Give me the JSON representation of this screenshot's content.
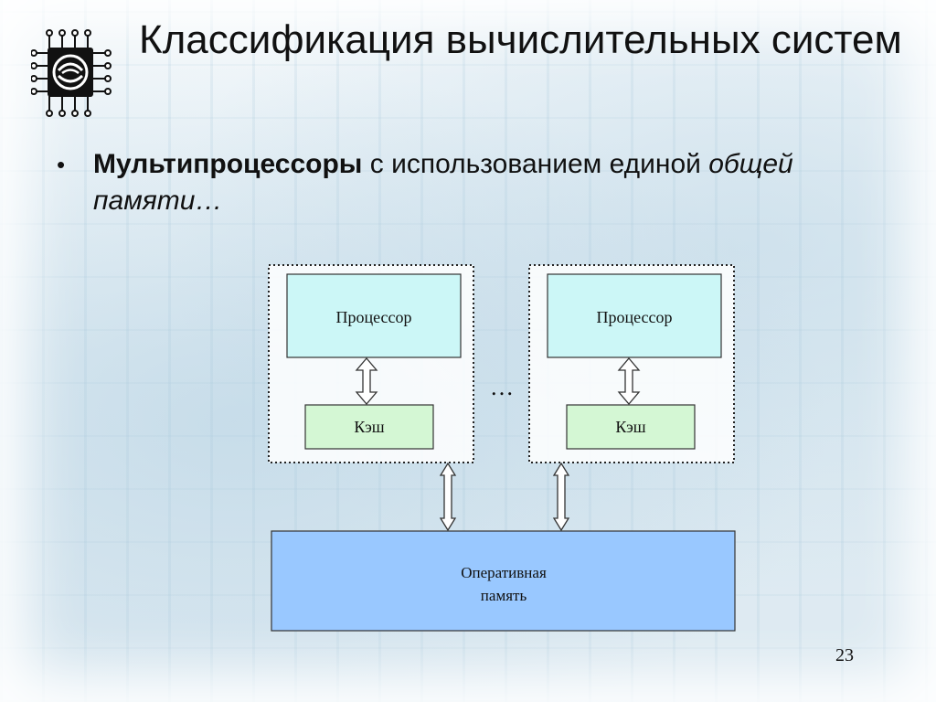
{
  "slide": {
    "title": "Классификация вычислительных систем",
    "page_number": "23"
  },
  "bullet": {
    "bold": "Мультипроцессоры",
    "normal": " с использованием единой ",
    "italic": "общей памяти…"
  },
  "diagram": {
    "nodes": {
      "processor_1": "Процессор",
      "cache_1": "Кэш",
      "processor_2": "Процессор",
      "cache_2": "Кэш",
      "ellipsis": "…",
      "memory_line1": "Оперативная",
      "memory_line2": "память"
    },
    "colors": {
      "processor_fill": "#ccf7f7",
      "cache_fill": "#d4f7d4",
      "memory_fill": "#99c8ff",
      "border": "#333333"
    }
  },
  "icons": {
    "logo": "chip-logo-icon"
  }
}
